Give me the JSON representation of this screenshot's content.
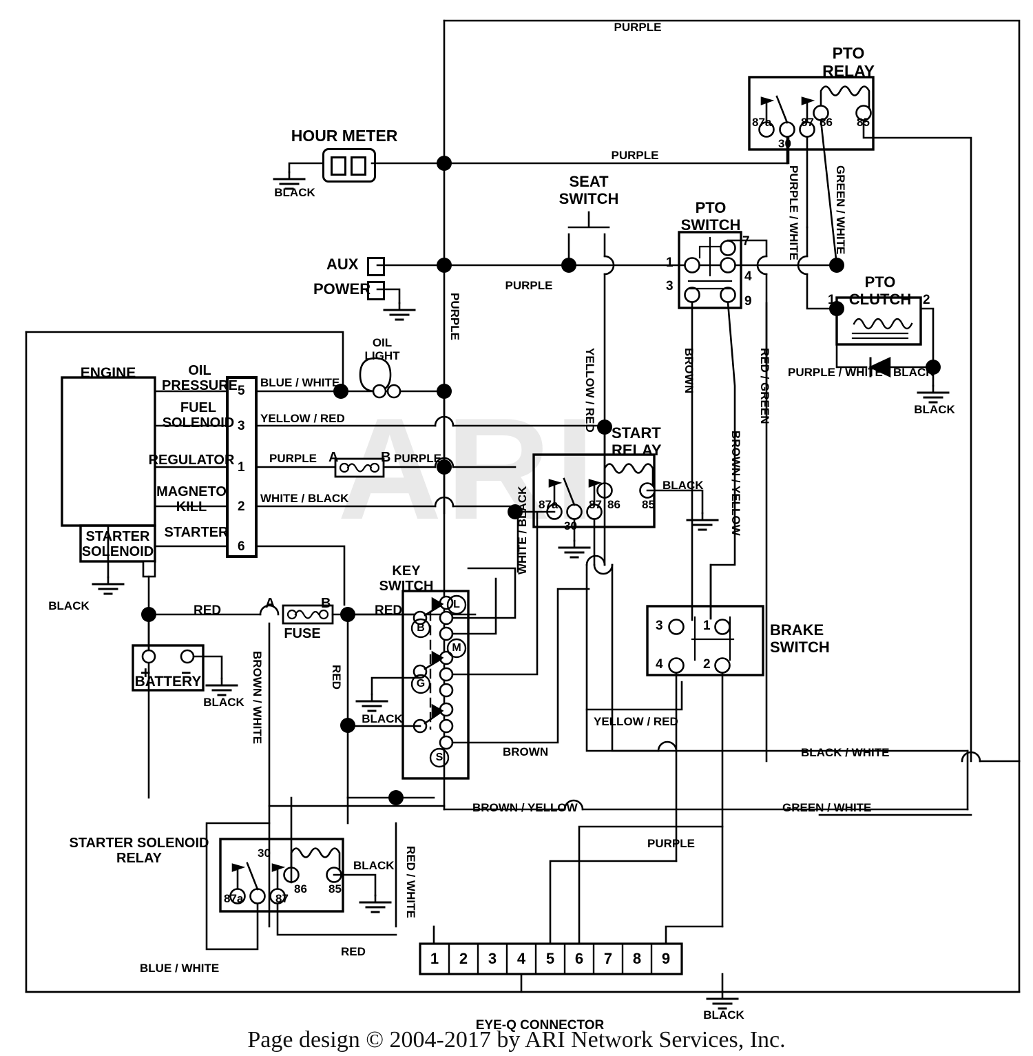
{
  "document": {
    "type": "electrical-wiring-schematic",
    "footer_note": "Page design © 2004-2017 by ARI Network Services, Inc.",
    "watermark": "ARI"
  },
  "components": {
    "hour_meter": {
      "label": "HOUR METER",
      "ground_wire": "BLACK"
    },
    "seat_switch": {
      "label": "SEAT\nSWITCH",
      "line1": "SEAT",
      "line2": "SWITCH"
    },
    "aux": {
      "label": "AUX"
    },
    "power": {
      "label": "POWER"
    },
    "oil_light": {
      "line1": "OIL",
      "line2": "LIGHT"
    },
    "engine": {
      "label": "ENGINE"
    },
    "starter_solenoid": {
      "line1": "STARTER",
      "line2": "SOLENOID",
      "ground_wire": "BLACK"
    },
    "battery": {
      "label": "BATTERY",
      "plus": "+",
      "minus": "−",
      "ground_wire": "BLACK"
    },
    "fuse_main": {
      "label": "FUSE",
      "terminal_a": "A",
      "terminal_b": "B"
    },
    "fuse_regulator": {
      "terminal_a": "A",
      "terminal_b": "B"
    },
    "key_switch": {
      "line1": "KEY",
      "line2": "SWITCH",
      "terminals": [
        "B",
        "L",
        "M",
        "G",
        "S"
      ],
      "ground_wire": "BLACK"
    },
    "start_relay": {
      "line1": "START",
      "line2": "RELAY",
      "terminals": [
        "87a",
        "30",
        "87",
        "86",
        "85"
      ],
      "coil_wire": "BLACK"
    },
    "pto_relay": {
      "line1": "PTO",
      "line2": "RELAY",
      "terminals": [
        "87a",
        "30",
        "87",
        "86",
        "85"
      ]
    },
    "pto_switch": {
      "line1": "PTO",
      "line2": "SWITCH",
      "terminals": [
        "1",
        "3",
        "7",
        "4",
        "9"
      ]
    },
    "pto_clutch": {
      "line1": "PTO",
      "line2": "CLUTCH",
      "terminals": [
        "1",
        "2"
      ],
      "ground_wire": "BLACK"
    },
    "brake_switch": {
      "line1": "BRAKE",
      "line2": "SWITCH",
      "terminals": [
        "3",
        "1",
        "4",
        "2"
      ]
    },
    "starter_solenoid_relay": {
      "line1": "STARTER SOLENOID",
      "line2": "RELAY",
      "terminals": [
        "87a",
        "30",
        "87",
        "86",
        "85"
      ],
      "coil_wire": "BLACK"
    },
    "eyeq_connector": {
      "label": "EYE-Q CONNECTOR",
      "pins": [
        "1",
        "2",
        "3",
        "4",
        "5",
        "6",
        "7",
        "8",
        "9"
      ],
      "ground_wire": "BLACK"
    }
  },
  "engine_connector": {
    "rows": [
      {
        "function": "OIL\nPRESSURE",
        "fn1": "OIL",
        "fn2": "PRESSURE",
        "pin": "5",
        "wire": "BLUE / WHITE"
      },
      {
        "function": "FUEL\nSOLENOID",
        "fn1": "FUEL",
        "fn2": "SOLENOID",
        "pin": "3",
        "wire": "YELLOW / RED"
      },
      {
        "function": "REGULATOR",
        "fn1": "REGULATOR",
        "fn2": "",
        "pin": "1",
        "wire": "PURPLE"
      },
      {
        "function": "MAGNETO\nKILL",
        "fn1": "MAGNETO",
        "fn2": "KILL",
        "pin": "2",
        "wire": "WHITE / BLACK"
      },
      {
        "function": "STARTER",
        "fn1": "STARTER",
        "fn2": "",
        "pin": "6",
        "wire": ""
      }
    ]
  },
  "wire_labels": {
    "purple_top": "PURPLE",
    "purple_hourmeter": "PURPLE",
    "purple_aux": "PURPLE",
    "purple_vertical": "PURPLE",
    "purple_regulator_out": "PURPLE",
    "yellow_red_vertical": "YELLOW / RED",
    "yellow_red_brake": "YELLOW / RED",
    "brown_vertical": "BROWN",
    "brown_key": "BROWN",
    "brown_yellow_vertical": "BROWN / YELLOW",
    "brown_yellow_bottom": "BROWN / YELLOW",
    "red_green_vertical": "RED / GREEN",
    "purple_white_relay": "PURPLE / WHITE",
    "purple_white_clutch": "PURPLE / WHITE",
    "green_white_relay": "GREEN / WHITE",
    "green_white_bottom": "GREEN / WHITE",
    "black_clutch": "BLACK",
    "black_clutch_gnd": "BLACK",
    "white_black_vertical": "WHITE / BLACK",
    "red_battery": "RED",
    "red_keyswitch": "RED",
    "red_vertical": "RED",
    "red_bottom": "RED",
    "red_white_vertical": "RED / WHITE",
    "brown_white_vertical": "BROWN / WHITE",
    "black_white_bottom": "BLACK / WHITE",
    "blue_white_bottom": "BLUE / WHITE",
    "purple_bottom": "PURPLE",
    "black_key_gnd": "BLACK",
    "black_battery_gnd": "BLACK",
    "black_engine_gnd": "BLACK",
    "black_hourmeter_gnd": "BLACK",
    "black_startrelay": "BLACK",
    "black_ssr": "BLACK",
    "black_eyeq": "BLACK"
  },
  "colors": {
    "ink": "#000000",
    "paper": "#ffffff",
    "watermark": "#e9e9e9"
  }
}
